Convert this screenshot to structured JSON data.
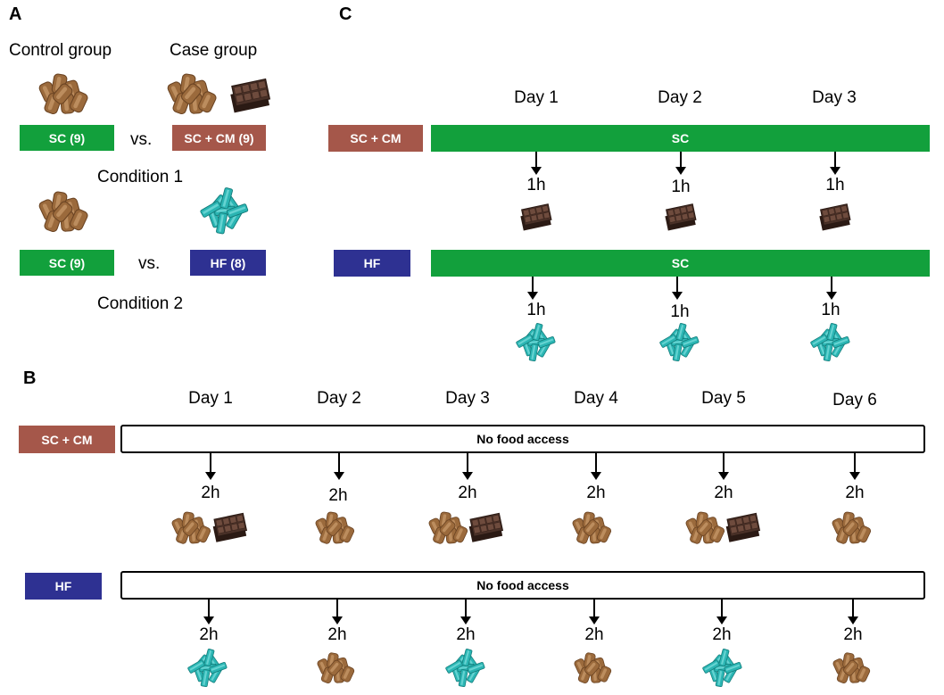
{
  "panels": {
    "a": {
      "label": "A",
      "control_group": "Control group",
      "case_group": "Case group",
      "condition1": {
        "left_bar": "SC (9)",
        "vs": "vs.",
        "right_bar": "SC + CM (9)",
        "caption": "Condition  1"
      },
      "condition2": {
        "left_bar": "SC (9)",
        "vs": "vs.",
        "right_bar": "HF (8)",
        "caption": "Condition  2"
      }
    },
    "b": {
      "label": "B",
      "days": [
        "Day 1",
        "Day 2",
        "Day 3",
        "Day 4",
        "Day 5",
        "Day 6"
      ],
      "row1": {
        "group": "SC + CM",
        "bar_text": "No food access",
        "time": "2h",
        "foods": [
          "chow+chocolate",
          "chow",
          "chow+chocolate",
          "chow",
          "chow+chocolate",
          "chow"
        ]
      },
      "row2": {
        "group": "HF",
        "bar_text": "No food access",
        "time": "2h",
        "foods": [
          "highfat",
          "chow",
          "highfat",
          "chow",
          "highfat",
          "chow"
        ]
      }
    },
    "c": {
      "label": "C",
      "days": [
        "Day 1",
        "Day 2",
        "Day 3"
      ],
      "row1": {
        "group": "SC + CM",
        "bar_text": "SC",
        "time": "1h",
        "food": "chocolate"
      },
      "row2": {
        "group": "HF",
        "bar_text": "SC",
        "time": "1h",
        "food": "highfat"
      }
    }
  },
  "colors": {
    "sc_green": "#12a03c",
    "sccm_brown": "#a5574a",
    "hf_navy": "#2e3192",
    "chow": "#9b6a3c",
    "chocolate": "#4a3128",
    "highfat": "#2bb5b3"
  }
}
